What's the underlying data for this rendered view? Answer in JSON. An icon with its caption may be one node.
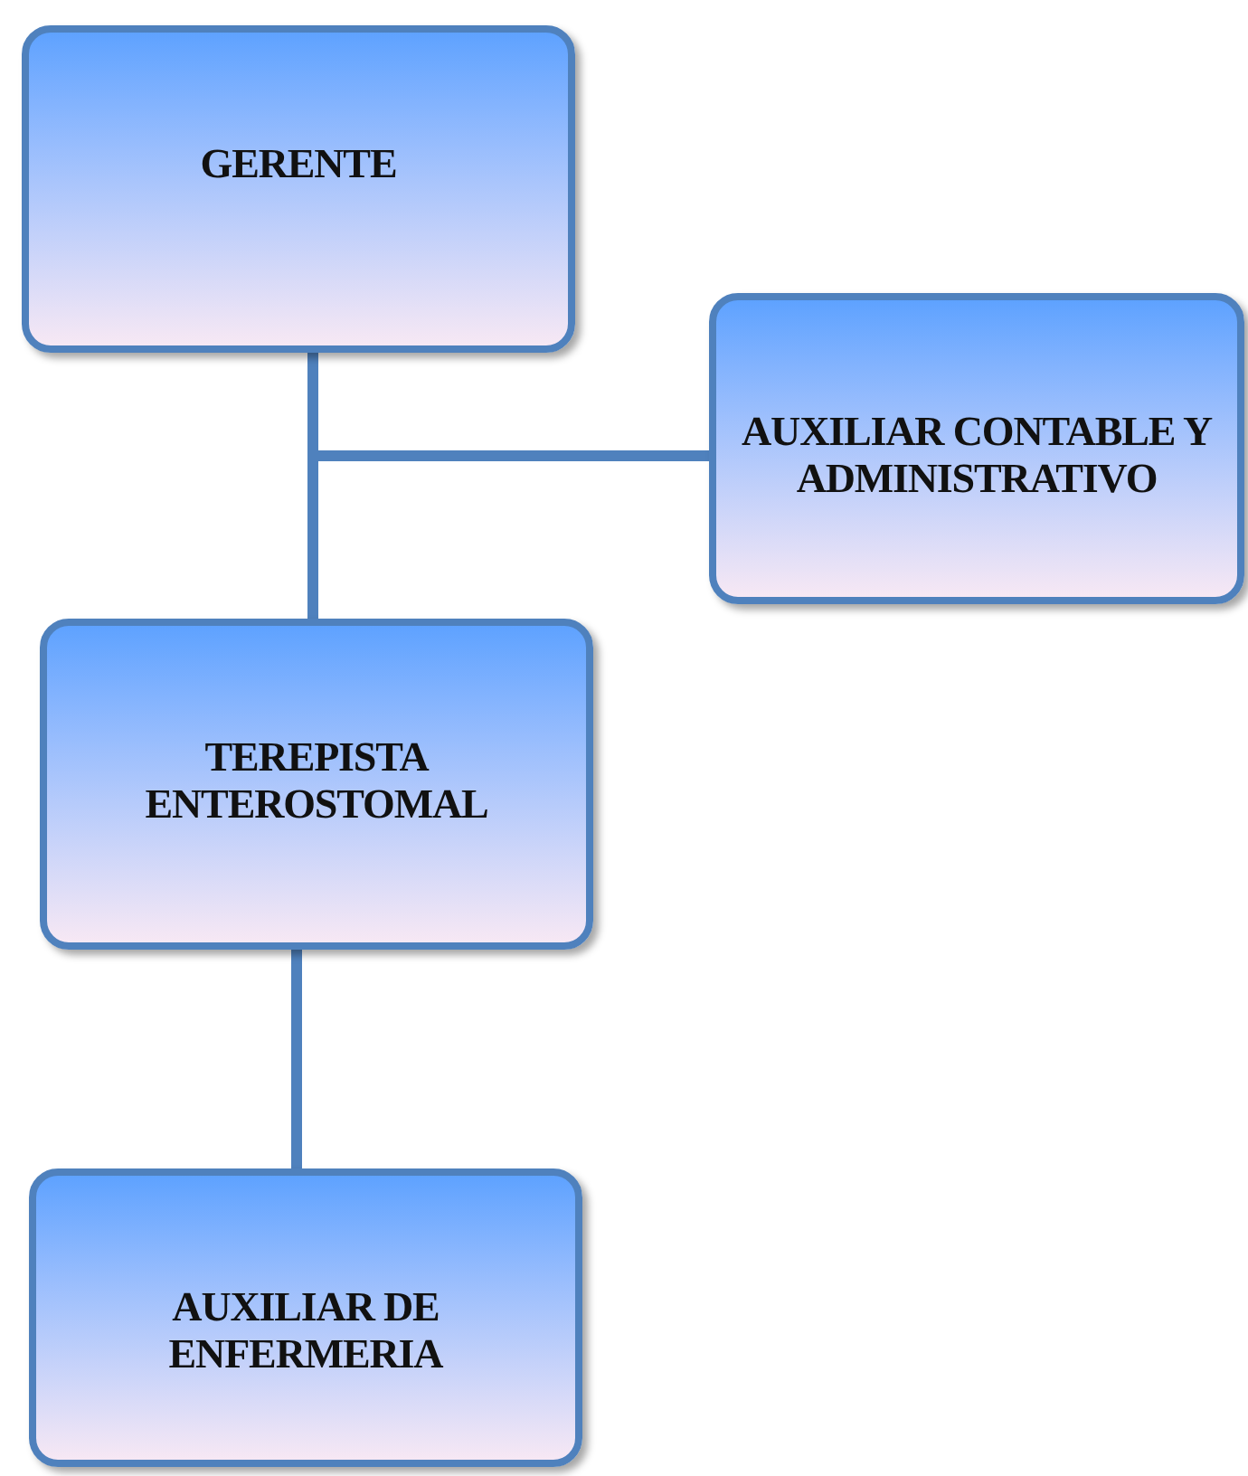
{
  "diagram": {
    "nodes": [
      {
        "text": [
          "GERENTE"
        ]
      },
      {
        "text": [
          "AUXILIAR CONTABLE Y ADMINISTRATIVO"
        ]
      },
      {
        "text": [
          "TEREPISTA ENTEROSTOMAL"
        ]
      },
      {
        "text": [
          "AUXILIAR DE ENFERMERIA"
        ]
      }
    ],
    "edges": [
      {
        "from": 0,
        "to": 2,
        "arrow": "none"
      },
      {
        "from": 0,
        "to": 1,
        "arrow": "none"
      },
      {
        "from": 2,
        "to": 3,
        "arrow": "none"
      }
    ]
  }
}
